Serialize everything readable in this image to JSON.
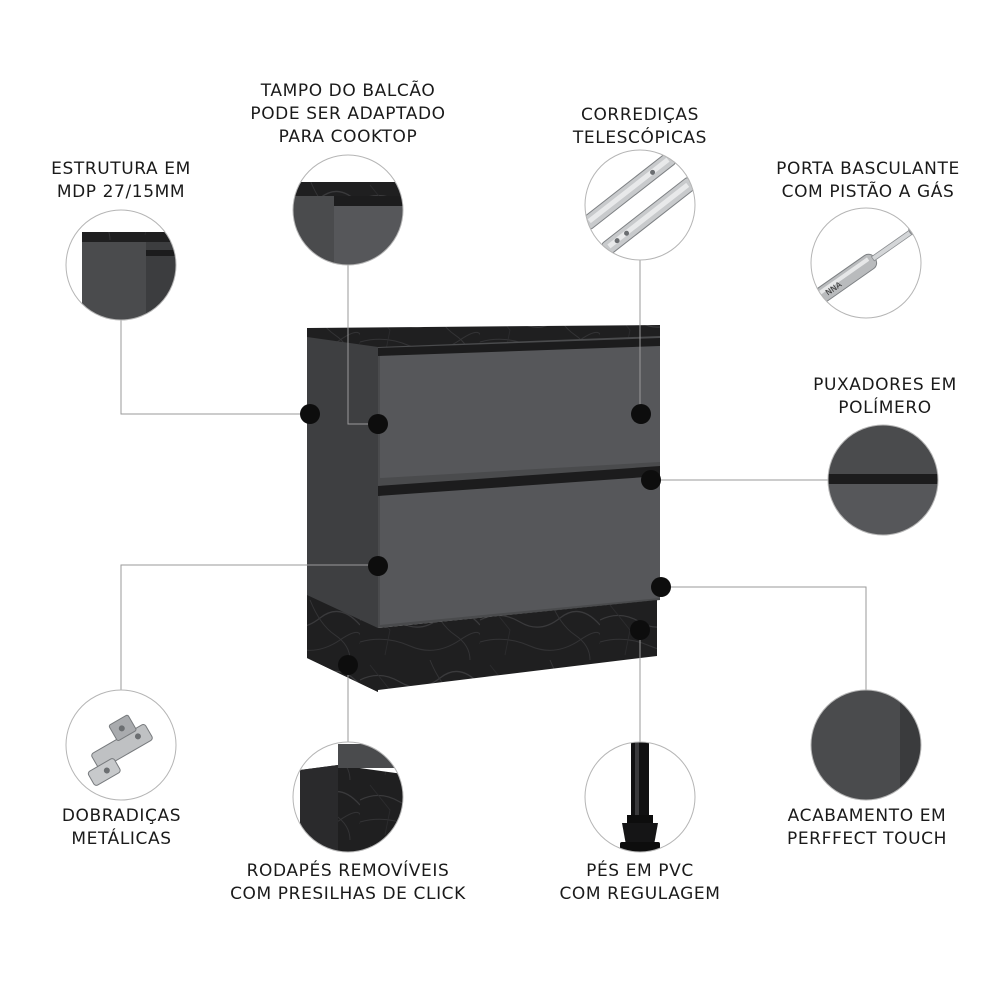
{
  "colors": {
    "cabinet_body": "#4a4b4d",
    "cabinet_side": "#3c3d3f",
    "drawer_front": "#56575a",
    "top_and_base": "#1f1f20",
    "marble_vein": "#3a3a3c",
    "leader_line": "#9a9a9a",
    "dot": "#0d0d0d",
    "metal": "#c8cacc"
  },
  "callouts": {
    "estrutura": {
      "lines": [
        "ESTRUTURA EM",
        "MDP 27/15MM"
      ]
    },
    "tampo": {
      "lines": [
        "TAMPO DO BALCÃO",
        "PODE SER ADAPTADO",
        "PARA COOKTOP"
      ]
    },
    "corredicas": {
      "lines": [
        "CORREDIÇAS",
        "TELESCÓPICAS"
      ]
    },
    "porta": {
      "lines": [
        "PORTA BASCULANTE",
        "COM PISTÃO A GÁS"
      ]
    },
    "puxadores": {
      "lines": [
        "PUXADORES EM",
        "POLÍMERO"
      ]
    },
    "dobradicas": {
      "lines": [
        "DOBRADIÇAS",
        "METÁLICAS"
      ]
    },
    "rodapes": {
      "lines": [
        "RODAPÉS REMOVÍVEIS",
        "COM PRESILHAS DE CLICK"
      ]
    },
    "pes": {
      "lines": [
        "PÉS EM PVC",
        "COM REGULAGEM"
      ]
    },
    "acabamento": {
      "lines": [
        "ACABAMENTO EM",
        "PERFFECT TOUCH"
      ]
    }
  },
  "icons": {
    "piston_brand": "NNA"
  }
}
